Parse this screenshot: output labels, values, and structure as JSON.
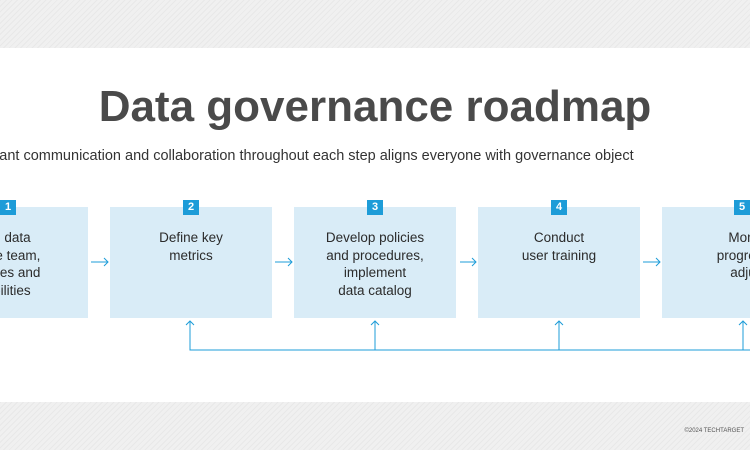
{
  "title": "Data governance roadmap",
  "subtitle": "stant communication and collaboration throughout each step aligns everyone with governance object",
  "steps": [
    {
      "number": "1",
      "text": "ish data\nance team,\ne roles and\nsibilities"
    },
    {
      "number": "2",
      "text": "Define key\nmetrics"
    },
    {
      "number": "3",
      "text": "Develop policies\nand procedures,\nimplement\ndata catalog"
    },
    {
      "number": "4",
      "text": "Conduct\nuser training"
    },
    {
      "number": "5",
      "text": "Moni\nprogress\nadju"
    }
  ],
  "copyright": "©2024 TECHTARGET",
  "colors": {
    "accent": "#1d9cd8",
    "box_fill": "#d9ecf7",
    "title": "#4a4a4a",
    "band": "#f0f0f0"
  }
}
